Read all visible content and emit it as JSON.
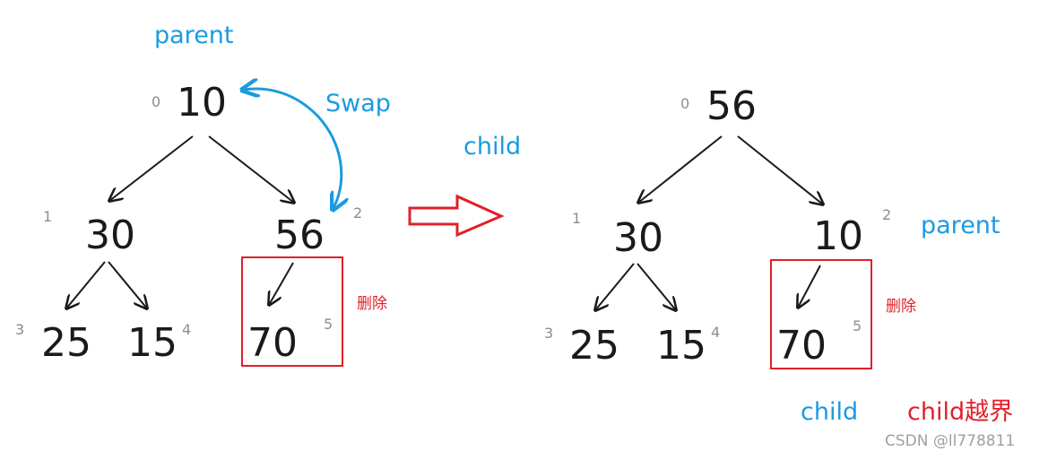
{
  "colors": {
    "blue": "#1a9be0",
    "red": "#e0202a",
    "black": "#1a1a1a",
    "gray": "#8c8c8c"
  },
  "left_tree": {
    "root": {
      "index": "0",
      "value": "10"
    },
    "left": {
      "index": "1",
      "value": "30"
    },
    "right": {
      "index": "2",
      "value": "56"
    },
    "ll": {
      "index": "3",
      "value": "25"
    },
    "lr": {
      "index": "4",
      "value": "15"
    },
    "rl": {
      "index": "5",
      "value": "70"
    },
    "parent_label": "parent",
    "swap_label": "Swap",
    "child_label": "child",
    "delete_label": "删除"
  },
  "right_tree": {
    "root": {
      "index": "0",
      "value": "56"
    },
    "left": {
      "index": "1",
      "value": "30"
    },
    "right": {
      "index": "2",
      "value": "10"
    },
    "ll": {
      "index": "3",
      "value": "25"
    },
    "lr": {
      "index": "4",
      "value": "15"
    },
    "rl": {
      "index": "5",
      "value": "70"
    },
    "parent_label": "parent",
    "child_label": "child",
    "delete_label": "删除",
    "out_of_bounds_label": "child越界"
  },
  "watermark": "CSDN @ll778811"
}
